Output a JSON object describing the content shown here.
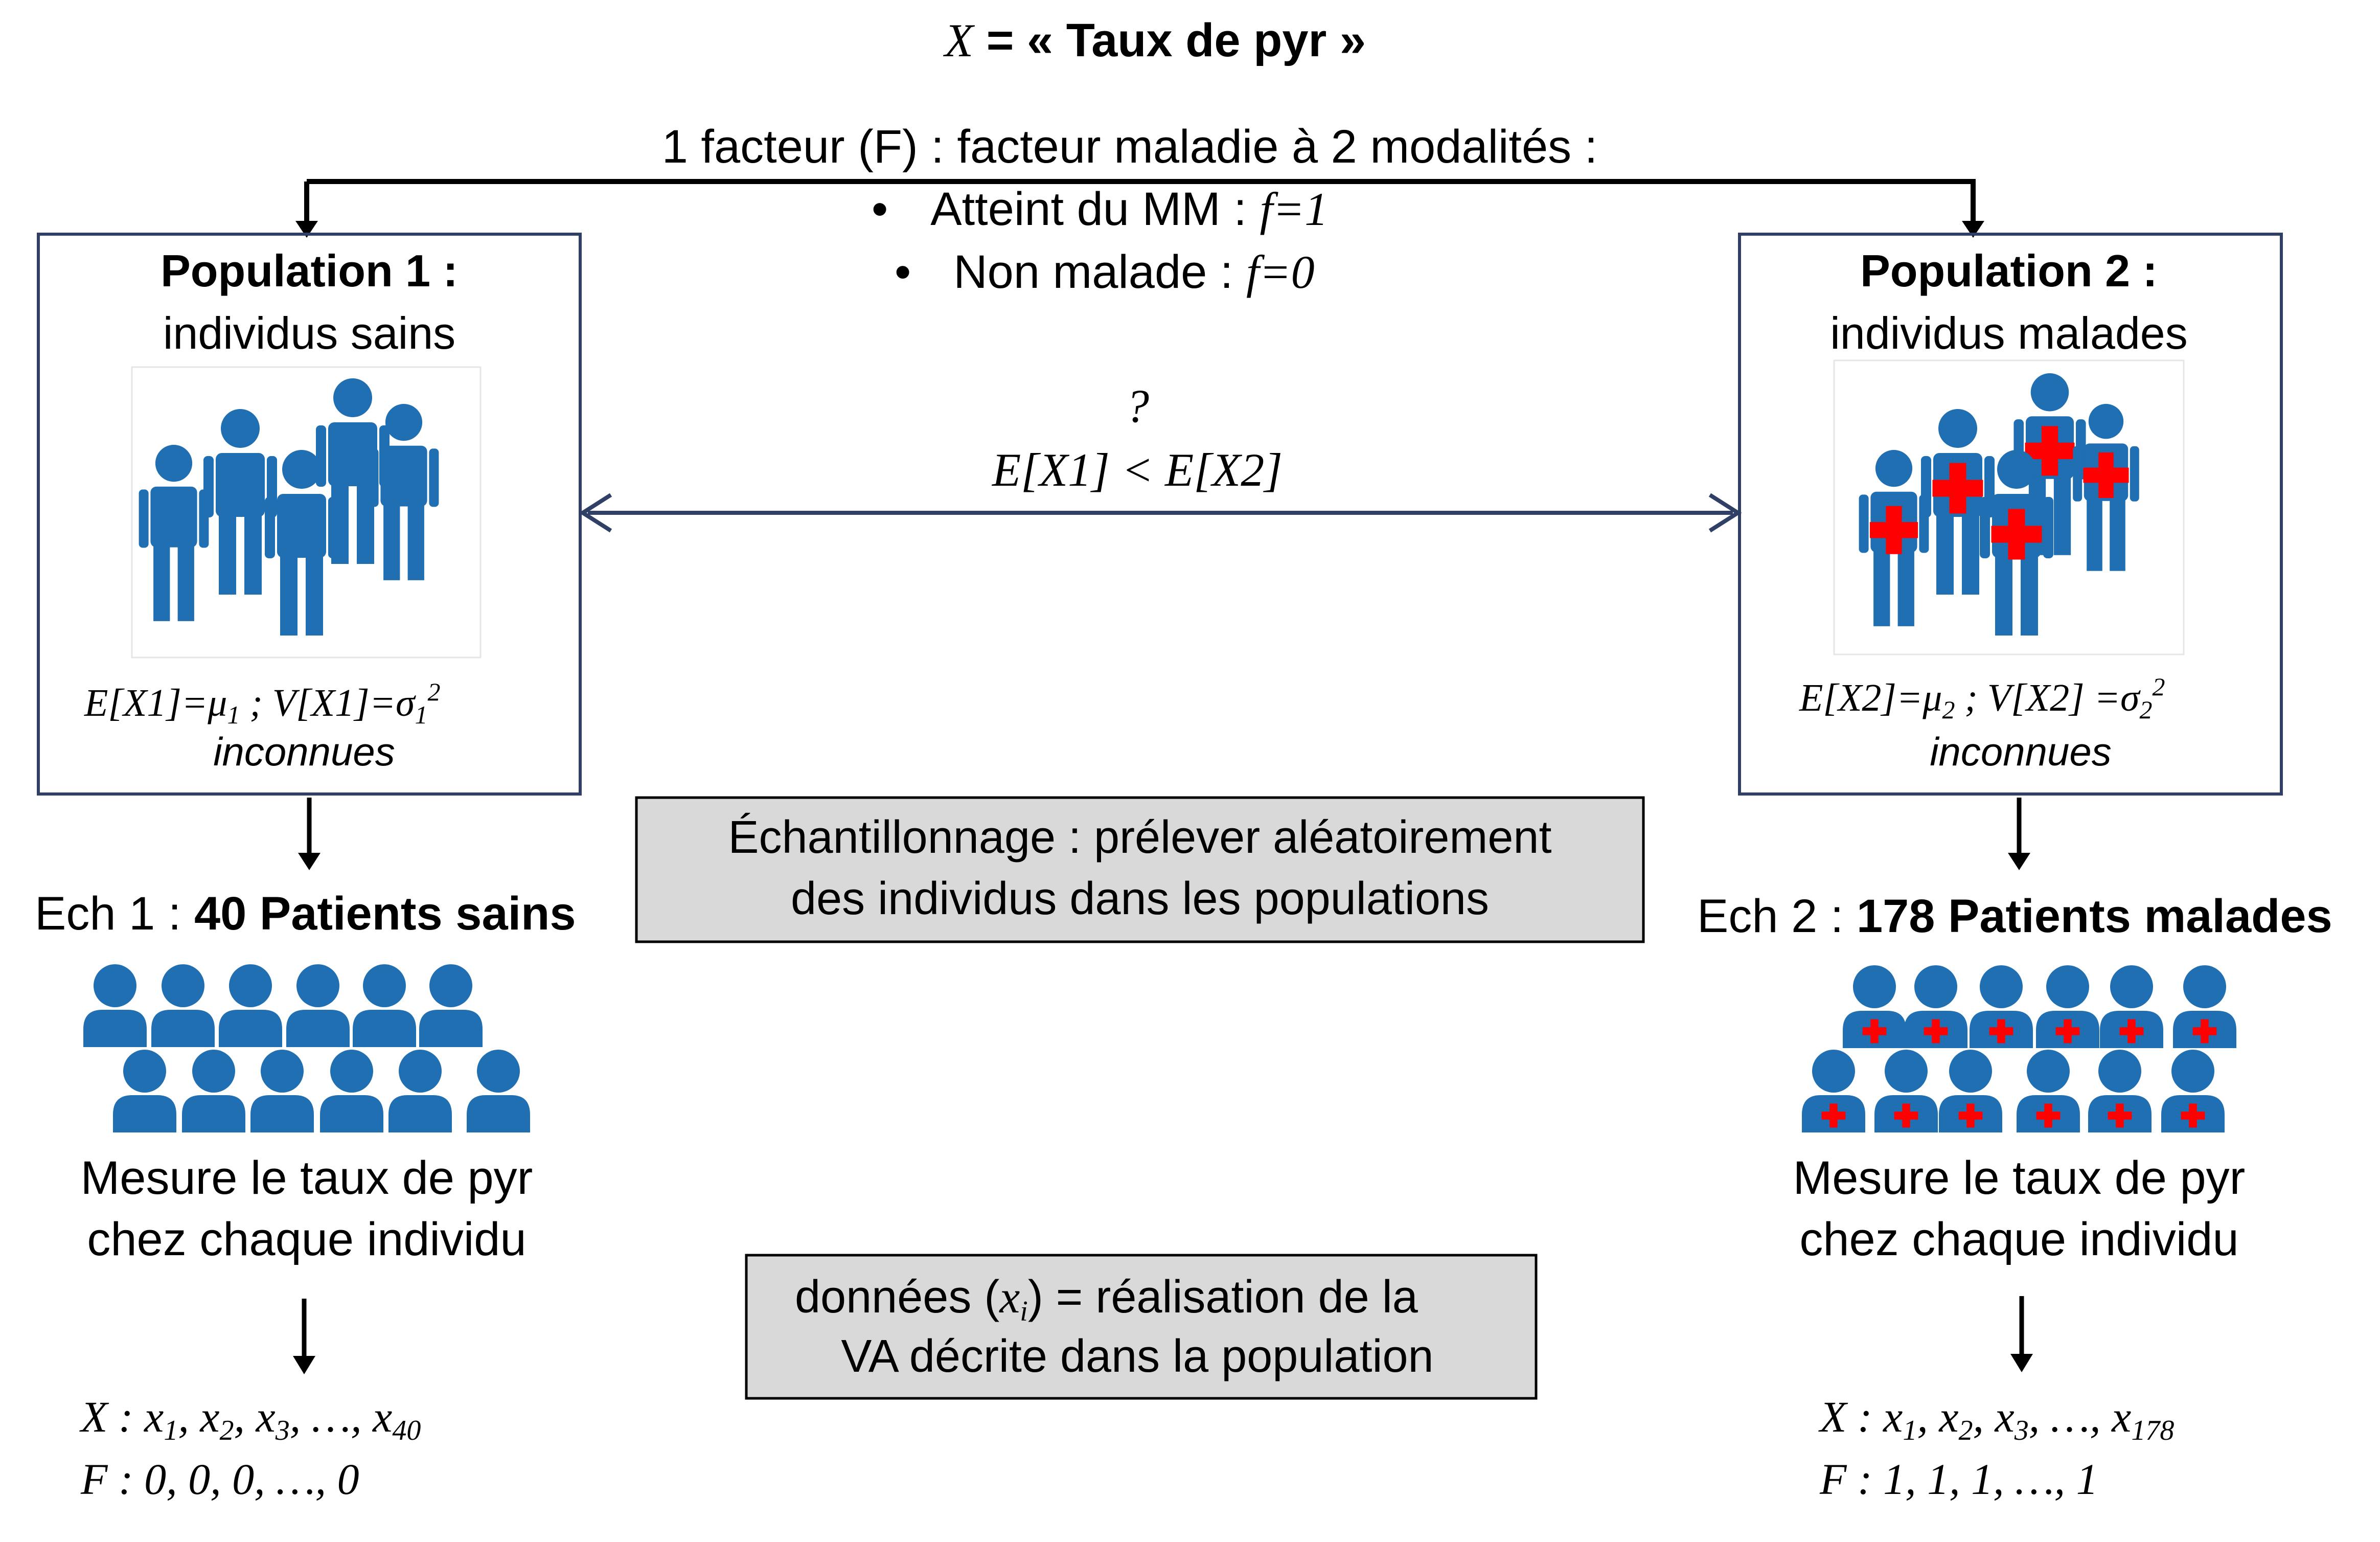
{
  "title": {
    "var": "X",
    "eq": " = « Taux de pyr »"
  },
  "factor": {
    "header": "1 facteur (F) : facteur maladie à 2 modalités :",
    "bullets": [
      {
        "text": "Atteint du MM : ",
        "expr": "f=1"
      },
      {
        "text": "Non malade : ",
        "expr": "f=0"
      }
    ]
  },
  "populations": [
    {
      "title": "Population 1 :",
      "subtitle": "individus sains",
      "params_line1": {
        "a": "E[X1]=μ",
        "a_sub": "1",
        "b": " ; V[X1]=σ",
        "b_sub": "1",
        "b_sup": "2"
      },
      "params_line2": "inconnues",
      "sample_prefix": "Ech 1 : ",
      "sample_bold": "40 Patients sains",
      "measure_line1": "Mesure le taux de pyr",
      "measure_line2": "chez chaque individu",
      "x_prefix": "X : x",
      "x_items": [
        "1",
        "2",
        "3"
      ],
      "x_last": "40",
      "f_line": "F : 0,   0,  0,  …, 0",
      "sick": false
    },
    {
      "title": "Population 2 :",
      "subtitle": "individus malades",
      "params_line1": {
        "a": "E[X2]=μ",
        "a_sub": "2",
        "b": " ; V[X2] =σ",
        "b_sub": "2",
        "b_sup": "2"
      },
      "params_line2": "inconnues",
      "sample_prefix": "Ech 2 : ",
      "sample_bold": "178 Patients malades",
      "measure_line1": "Mesure le taux de pyr",
      "measure_line2": "chez chaque individu",
      "x_prefix": "X : x",
      "x_items": [
        "1",
        "2",
        "3"
      ],
      "x_last": "178",
      "f_line": "F : 1,  1,  1,   …,  1",
      "sick": true
    }
  ],
  "comparison": {
    "question": "?",
    "hypothesis": "E[X1] < E[X2]"
  },
  "sampling_box": {
    "line1": "Échantillonnage : prélever aléatoirement",
    "line2": "des individus dans les populations"
  },
  "data_box": {
    "line1_a": "données (",
    "line1_var": "x",
    "line1_sub": "i",
    "line1_b": ")  = réalisation de la",
    "line2": "VA décrite dans la population"
  },
  "colors": {
    "figure_blue": "#1f6fb2",
    "cross_red": "#ff0000",
    "box_gray": "#d9d9d9",
    "frame_navy": "#2f3f66",
    "arrow_navy": "#2f3f66",
    "text": "#000000"
  }
}
